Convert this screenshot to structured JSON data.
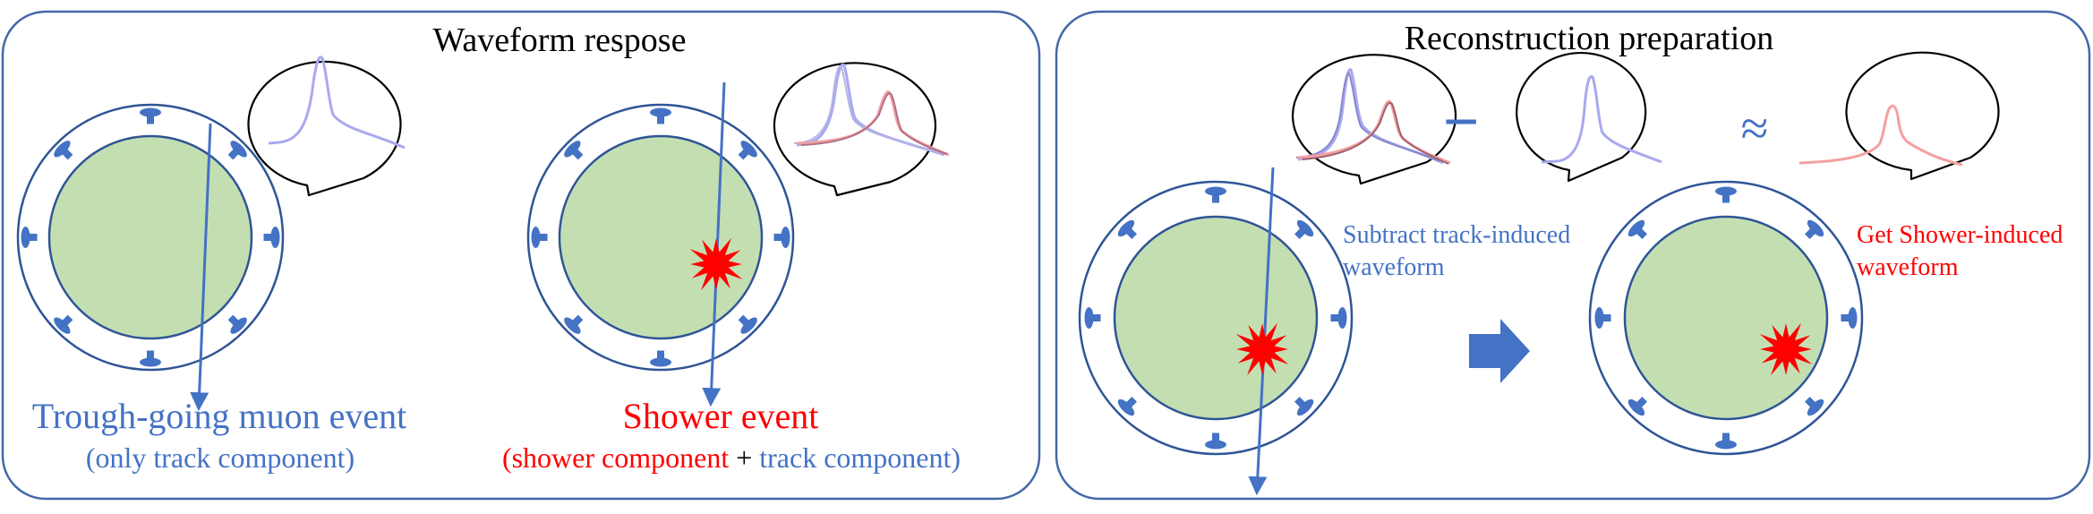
{
  "colors": {
    "panel_border": "#4468a8",
    "detector_ring": "#2f5596",
    "sphere_fill": "#c3dfb2",
    "pmt_fill": "#4472c4",
    "track_blue": "#4472c4",
    "shower_red": "#ff0000",
    "wave_blue": "#a9a9f0",
    "wave_red": "#f3a0a0",
    "title_text": "#000000"
  },
  "left_panel": {
    "title": "Waveform respose",
    "muon_event": {
      "label": "Trough-going muon event",
      "sublabel": "(only track component)"
    },
    "shower_event": {
      "label": "Shower event",
      "sublabel_shower": "(shower component",
      "sublabel_plus": " + ",
      "sublabel_track": "track component)"
    }
  },
  "right_panel": {
    "title": "Reconstruction preparation",
    "minus_symbol": "−",
    "approx_symbol": "≈",
    "subtract_note": [
      "Subtract track-induced",
      "waveform"
    ],
    "get_note": [
      "Get Shower-induced",
      "waveform"
    ]
  },
  "icons": [
    "muon-track-arrow",
    "explosion-icon",
    "right-arrow-icon",
    "pmt-icon",
    "speech-bubble"
  ]
}
